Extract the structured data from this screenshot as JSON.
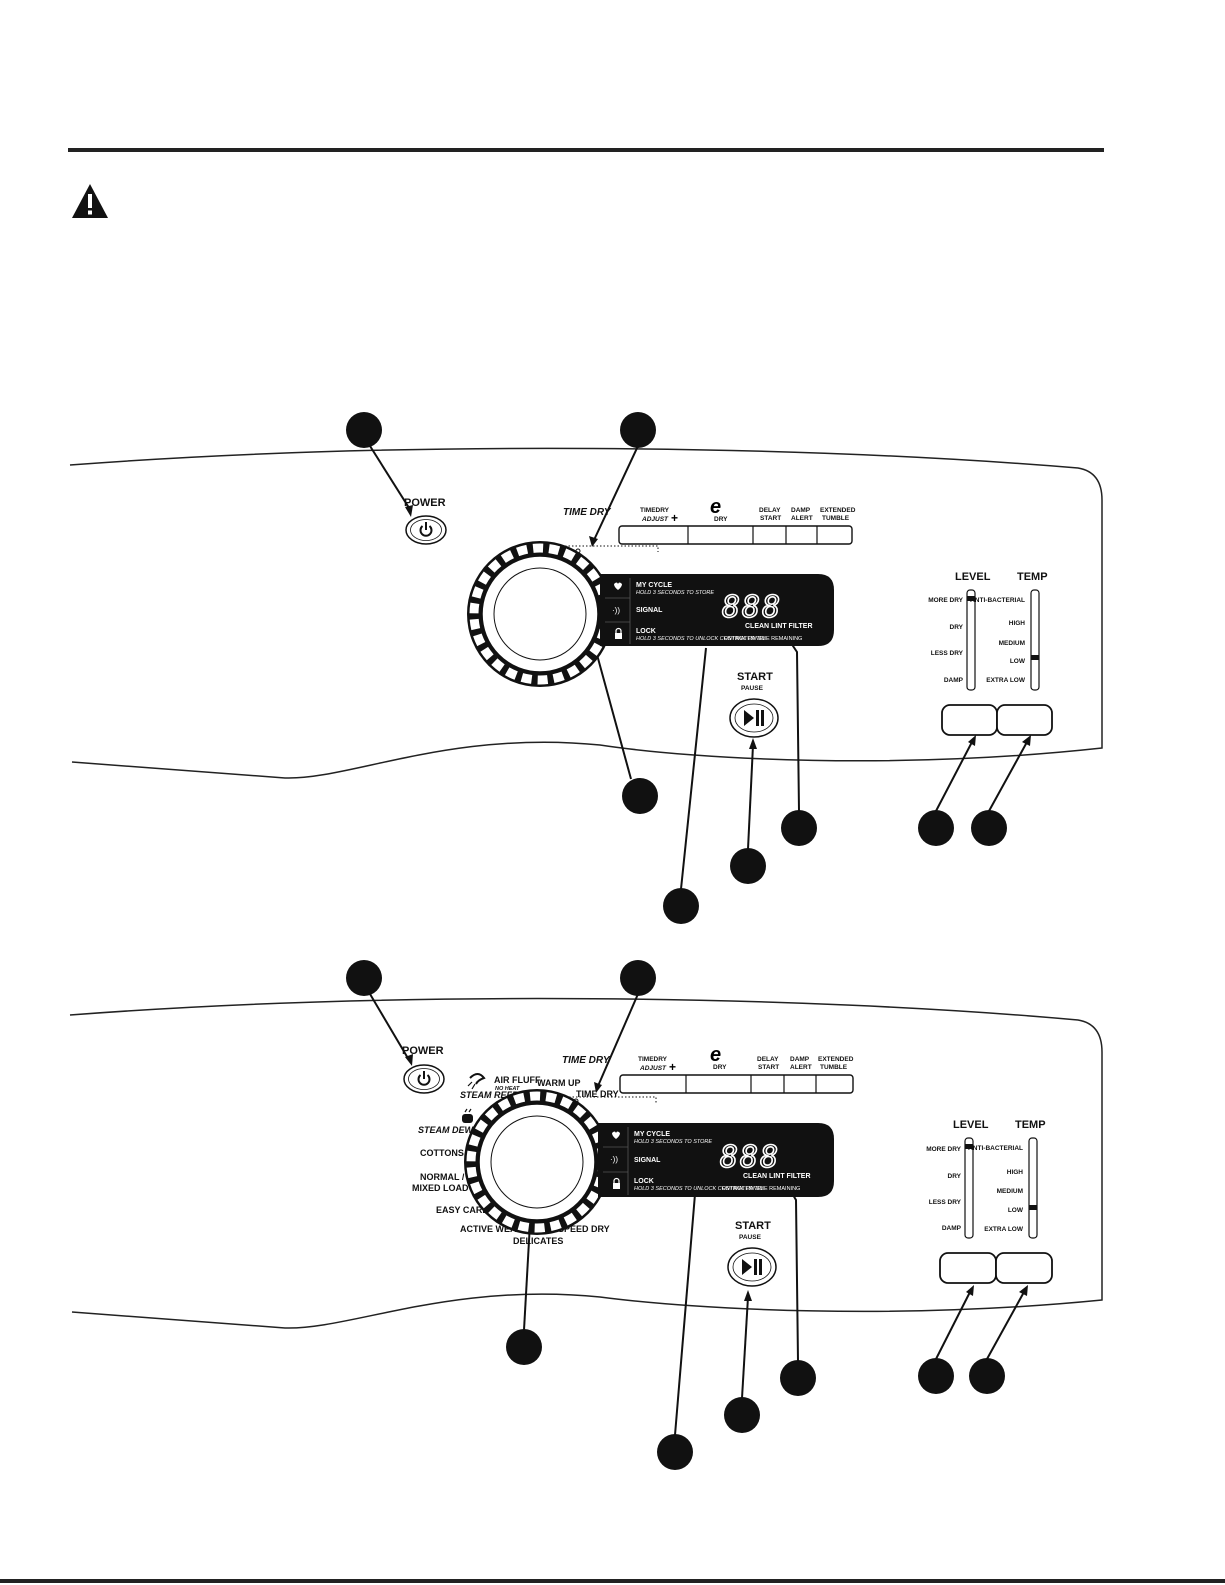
{
  "panel_top": {
    "power_label": "Power",
    "time_dry_label": "Time Dry",
    "buttons": [
      "TimeDry Adjust +",
      "eDry",
      "Delay Start",
      "Damp Alert",
      "Extended Tumble"
    ],
    "display": {
      "my_cycle": "My Cycle",
      "my_cycle_hint": "Hold 3 seconds to store",
      "signal": "Signal",
      "lock": "Lock",
      "lock_hint": "Hold 3 seconds to unlock control panel",
      "digits": "888",
      "clean_lint": "Clean Lint Filter",
      "est_time": "Estimated Time Remaining"
    },
    "start_label": "Start",
    "pause_label": "Pause",
    "level": {
      "title": "Level",
      "options": [
        "More Dry",
        "Dry",
        "Less Dry",
        "Damp"
      ]
    },
    "temp": {
      "title": "Temp",
      "options": [
        "Anti-Bacterial",
        "High",
        "Medium",
        "Low",
        "Extra Low"
      ]
    }
  },
  "panel_bottom": {
    "power_label": "Power",
    "time_dry_label": "Time Dry",
    "cycles": [
      "Steam Refresh",
      "Air Fluff",
      "No Heat",
      "Warm Up",
      "Time Dry",
      "Steam DeWrinkle",
      "Cottons",
      "Normal /",
      "Mixed Load",
      "Easy Care",
      "Active Wear",
      "Delicates",
      "Speed Dry"
    ],
    "buttons": [
      "TimeDry Adjust +",
      "eDry",
      "Delay Start",
      "Damp Alert",
      "Extended Tumble"
    ],
    "display": {
      "my_cycle": "My Cycle",
      "my_cycle_hint": "Hold 3 seconds to store",
      "signal": "Signal",
      "lock": "Lock",
      "lock_hint": "Hold 3 seconds to unlock control panel",
      "digits": "888",
      "clean_lint": "Clean Lint Filter",
      "est_time": "Estimated Time Remaining"
    },
    "start_label": "Start",
    "pause_label": "Pause",
    "level": {
      "title": "Level",
      "options": [
        "More Dry",
        "Dry",
        "Less Dry",
        "Damp"
      ]
    },
    "temp": {
      "title": "Temp",
      "options": [
        "Anti-Bacterial",
        "High",
        "Medium",
        "Low",
        "Extra Low"
      ]
    }
  }
}
